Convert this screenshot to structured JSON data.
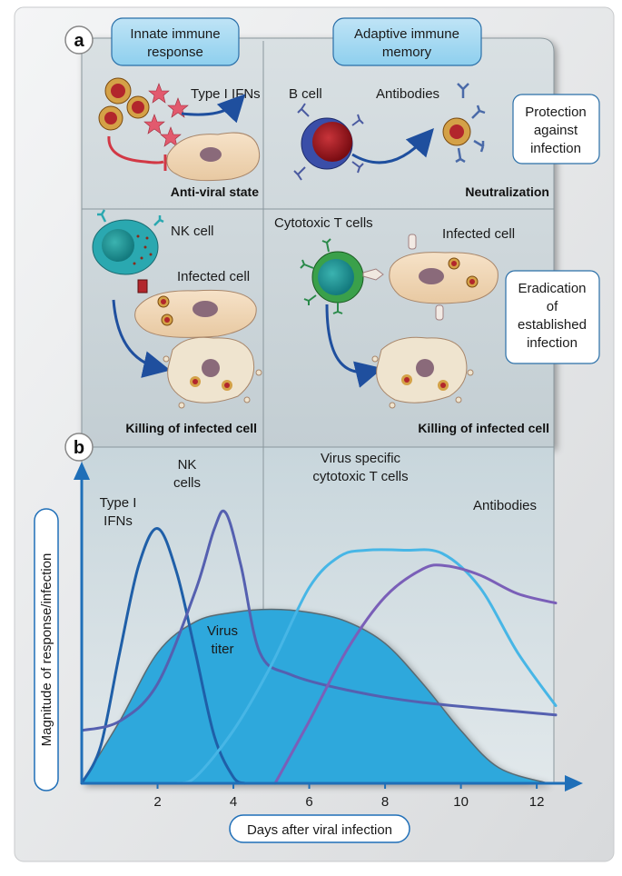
{
  "panel_a": {
    "badge": "a",
    "innate_header": [
      "Innate immune",
      "response"
    ],
    "adaptive_header": [
      "Adaptive immune",
      "memory"
    ],
    "type1_ifns": "Type I IFNs",
    "antiviral_state": "Anti-viral state",
    "b_cell": "B cell",
    "antibodies": "Antibodies",
    "neutralization": "Neutralization",
    "protection_box": [
      "Protection",
      "against",
      "infection"
    ],
    "nk_cell": "NK cell",
    "infected_cell_left": "Infected cell",
    "killing_left": "Killing of infected cell",
    "cytotoxic_t": "Cytotoxic T cells",
    "infected_cell_right": "Infected cell",
    "killing_right": "Killing of infected cell",
    "eradication_box": [
      "Eradication",
      "of",
      "established",
      "infection"
    ]
  },
  "panel_b": {
    "badge": "b",
    "ylabel": "Magnitude of response/infection",
    "xlabel": "Days after viral infection",
    "labels": {
      "type1": [
        "Type I",
        "IFNs"
      ],
      "nk": [
        "NK",
        "cells"
      ],
      "ctl": [
        "Virus specific",
        "cytotoxic T cells"
      ],
      "antibodies": "Antibodies",
      "virus": [
        "Virus",
        "titer"
      ]
    },
    "colors": {
      "virus_fill": "#2ea8dc",
      "type1": "#1f5fa8",
      "nk": "#5560b0",
      "ctl": "#47b6e6",
      "antibodies": "#7a5fb8"
    }
  },
  "chart_data": {
    "type": "line",
    "xlabel": "Days after viral infection",
    "ylabel": "Magnitude of response/infection",
    "x_ticks": [
      "2",
      "4",
      "6",
      "8",
      "10",
      "12"
    ],
    "xlim": [
      0,
      12.5
    ],
    "series": [
      {
        "name": "Type I IFNs",
        "x": [
          0,
          0.5,
          1,
          1.5,
          2,
          2.5,
          3,
          3.5,
          4,
          4.3
        ],
        "y": [
          0,
          0.12,
          0.42,
          0.7,
          0.82,
          0.68,
          0.42,
          0.15,
          0.02,
          0
        ]
      },
      {
        "name": "NK cells",
        "x": [
          0,
          1,
          2,
          3,
          3.5,
          3.8,
          4.2,
          4.7,
          5.5,
          7,
          9,
          12.5
        ],
        "y": [
          0.17,
          0.2,
          0.32,
          0.62,
          0.82,
          0.87,
          0.7,
          0.42,
          0.35,
          0.3,
          0.26,
          0.22
        ]
      },
      {
        "name": "Virus titer",
        "x": [
          0,
          1,
          2,
          3,
          4,
          5,
          6,
          7,
          8,
          9,
          10,
          11,
          12.3
        ],
        "y": [
          0,
          0.2,
          0.42,
          0.52,
          0.55,
          0.56,
          0.55,
          0.52,
          0.45,
          0.32,
          0.17,
          0.05,
          0
        ]
      },
      {
        "name": "Virus specific cytotoxic T cells",
        "x": [
          2.5,
          3,
          4,
          5,
          6,
          6.8,
          7.5,
          8.5,
          9.5,
          10.5,
          11.5,
          12.5
        ],
        "y": [
          0,
          0.02,
          0.17,
          0.38,
          0.63,
          0.73,
          0.75,
          0.75,
          0.74,
          0.63,
          0.42,
          0.25
        ]
      },
      {
        "name": "Antibodies",
        "x": [
          5.1,
          6,
          7,
          8,
          9,
          9.6,
          10.5,
          11.5,
          12.5
        ],
        "y": [
          0,
          0.2,
          0.43,
          0.6,
          0.69,
          0.7,
          0.67,
          0.61,
          0.58
        ]
      }
    ]
  }
}
